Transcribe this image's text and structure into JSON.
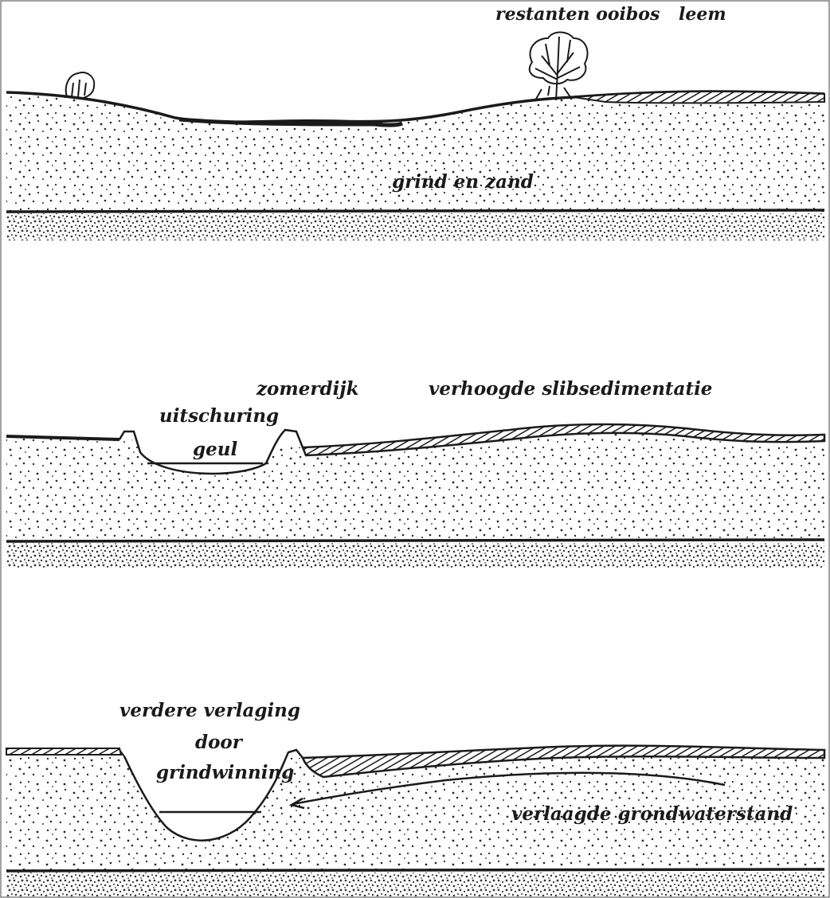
{
  "panels": [
    {
      "id": "top",
      "labels": {
        "forest": "restanten ooibos",
        "loam": "leem",
        "substrate": "grind en zand"
      }
    },
    {
      "id": "middle",
      "labels": {
        "dike": "zomerdijk",
        "sedimentation": "verhoogde slibsedimentatie",
        "scour": "uitschuring",
        "channel": "geul"
      }
    },
    {
      "id": "bottom",
      "labels": {
        "lowering_1": "verdere verlaging",
        "lowering_2": "door",
        "lowering_3": "grindwinning",
        "groundwater": "verlaagde grondwaterstand"
      }
    }
  ],
  "colors": {
    "ink": "#1a1a1a",
    "paper": "#ffffff",
    "dots": "#2a2a2a"
  }
}
